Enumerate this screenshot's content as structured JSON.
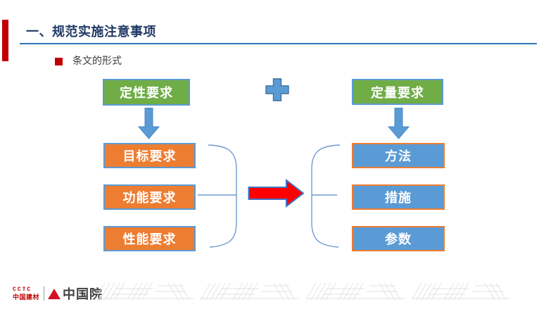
{
  "slide": {
    "title": "一、规范实施注意事项",
    "bullet": "条文的形式"
  },
  "diagram": {
    "top_left": "定性要求",
    "top_right": "定量要求",
    "plus_icon": "plus-between-qualitative-quantitative",
    "down_arrow_icon": "down-arrow",
    "right_arrow_icon": "red-right-arrow",
    "left_items": [
      "目标要求",
      "功能要求",
      "性能要求"
    ],
    "right_items": [
      "方法",
      "措施",
      "参数"
    ]
  },
  "footer": {
    "logo_line1": "CCTC",
    "logo_line2": "中国建材",
    "org": "中国院"
  },
  "colors": {
    "accent_red": "#C00000",
    "title_navy": "#1F3864",
    "rule_blue": "#2E74B5",
    "green_fill": "#70AD47",
    "orange_fill": "#ED7D31",
    "blue_fill": "#5B9BD5",
    "arrow_red": "#FE0000",
    "arrow_border_blue": "#4472C4",
    "brace_blue": "#6C9BD2"
  }
}
